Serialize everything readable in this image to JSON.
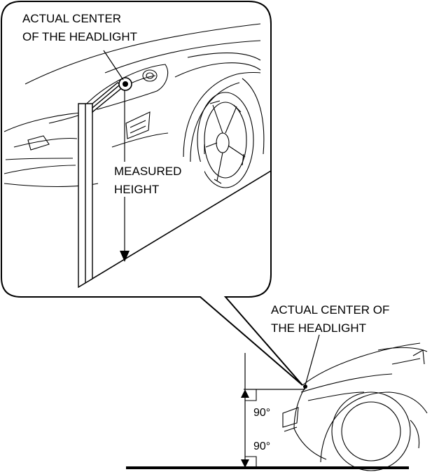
{
  "callout": {
    "title_line1": "ACTUAL CENTER",
    "title_line2": "OF THE HEADLIGHT",
    "measure_line1": "MEASURED",
    "measure_line2": "HEIGHT"
  },
  "scene": {
    "title_line1": "ACTUAL CENTER OF",
    "title_line2": "THE HEADLIGHT",
    "angle_upper": "90°",
    "angle_lower": "90°"
  }
}
